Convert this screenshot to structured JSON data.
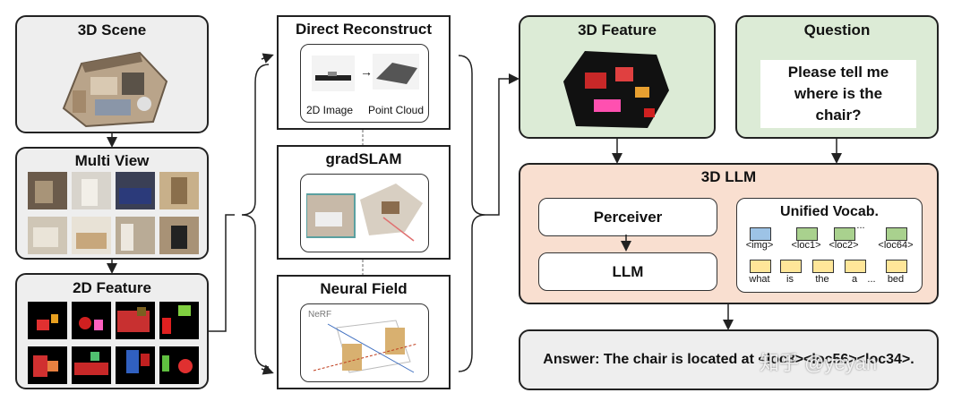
{
  "left": {
    "scene_title": "3D Scene",
    "multiview_title": "Multi View",
    "feature2d_title": "2D Feature"
  },
  "middle": {
    "direct_title": "Direct Reconstruct",
    "direct_label_image": "2D Image",
    "direct_label_cloud": "Point Cloud",
    "gradslam_title": "gradSLAM",
    "nerf_title": "Neural Field",
    "nerf_tag": "NeRF"
  },
  "right": {
    "feature3d_title": "3D Feature",
    "question_title": "Question",
    "question_text": "Please tell me where is the chair?",
    "llm3d_title": "3D LLM",
    "perceiver_label": "Perceiver",
    "llm_label": "LLM",
    "vocab_title": "Unified Vocab.",
    "vocab_row1": [
      "<img>",
      "<loc1>",
      "<loc2>",
      "...",
      "<loc64>"
    ],
    "vocab_row2": [
      "what",
      "is",
      "the",
      "a",
      "...",
      "bed"
    ],
    "answer_text": "Answer: The chair is located at <loc3><loc56><loc34>."
  },
  "watermark": "知乎 @yeyan",
  "colors": {
    "gray_box": "#eeeeee",
    "green_box": "#dcebd6",
    "peach_box": "#f9dfd0",
    "vocab_blue": "#9dc3e6",
    "vocab_green": "#a9d18e",
    "vocab_yellow": "#ffe699"
  }
}
